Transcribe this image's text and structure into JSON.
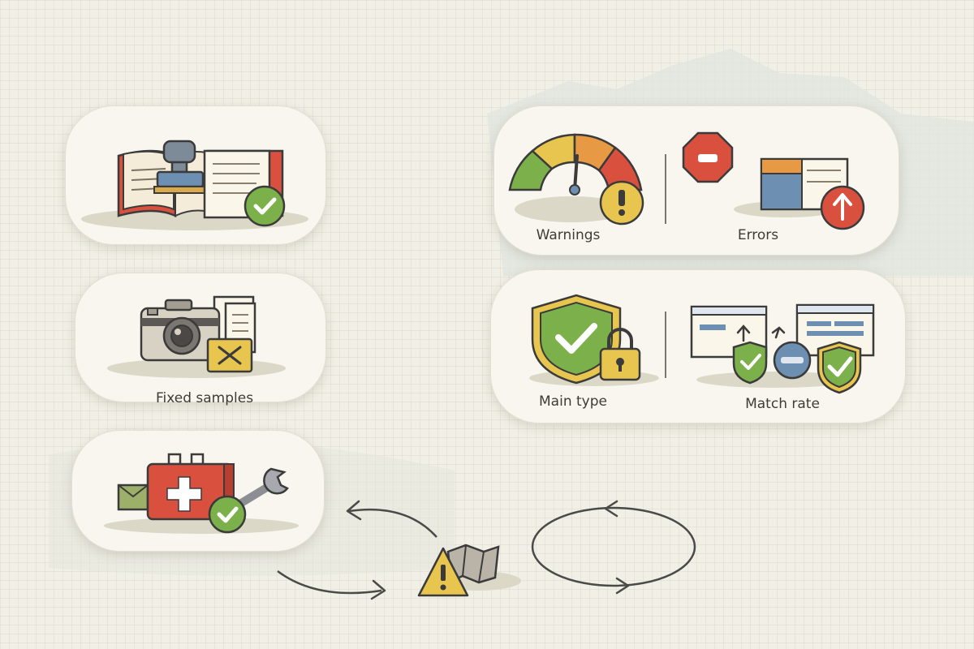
{
  "labels": {
    "fixed_samples": "Fixed samples",
    "warnings": "Warnings",
    "errors": "Errors",
    "main_type": "Main type",
    "match_rate": "Match rate"
  },
  "colors": {
    "green": "#7bb04a",
    "red": "#d9503f",
    "yellow": "#e8c54f",
    "blue": "#6d8fb2",
    "outline": "#3b3b3b",
    "paper": "#f8f6ee"
  },
  "icons": {
    "card_1": [
      "open-book-icon",
      "stamp-icon",
      "document-icon",
      "shield-check-icon"
    ],
    "card_2": [
      "camera-icon",
      "document-icon",
      "tag-x-icon"
    ],
    "card_3": [
      "first-aid-kit-icon",
      "wrench-icon",
      "box-icon",
      "shield-check-icon"
    ],
    "card_4": [
      "gauge-icon",
      "warning-circle-icon",
      "stop-sign-icon",
      "table-icon",
      "error-up-icon"
    ],
    "card_5": [
      "shield-check-icon",
      "padlock-icon",
      "window-icon",
      "comparison-shields-icon"
    ],
    "loop": [
      "cycle-arrow-icon",
      "warning-triangle-icon",
      "map-icon",
      "loop-ellipse-icon"
    ]
  }
}
